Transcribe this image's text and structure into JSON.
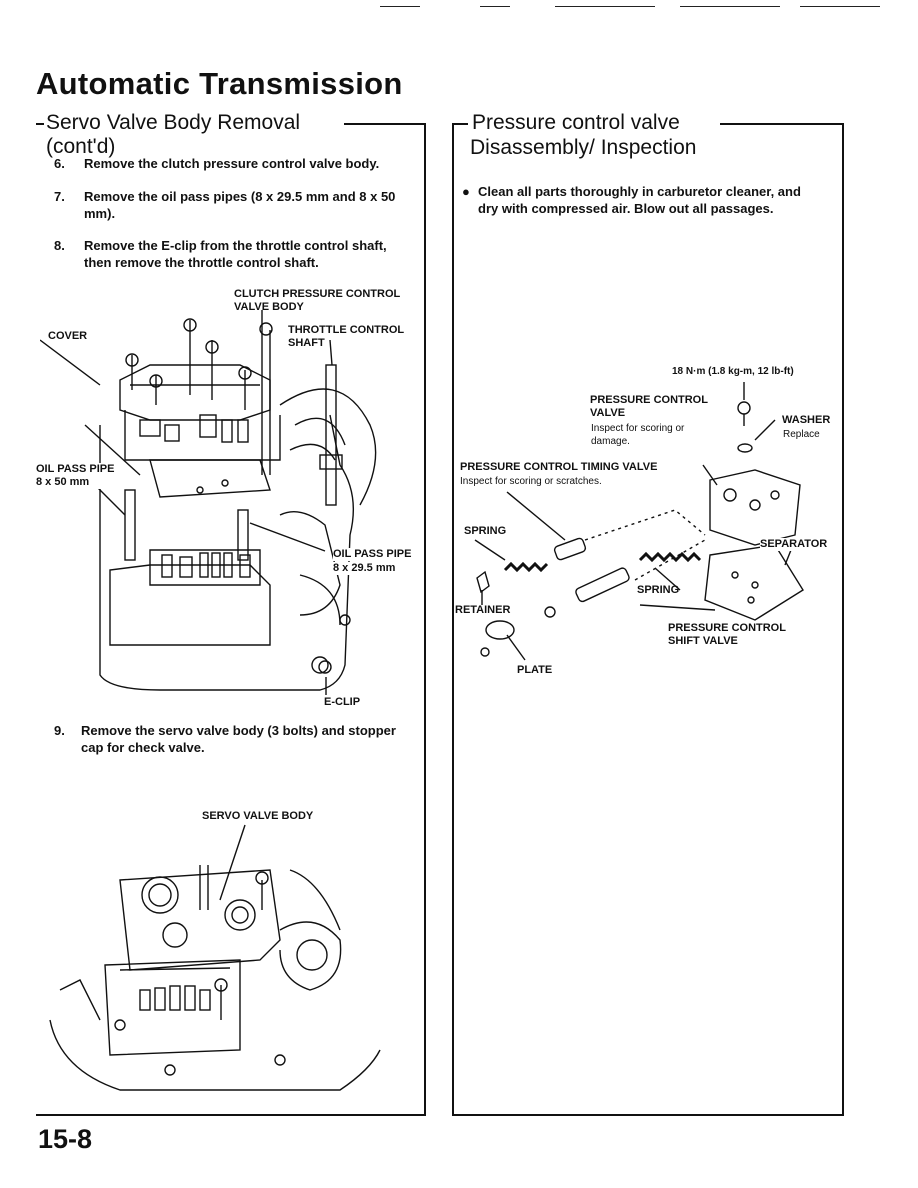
{
  "page": {
    "title": "Automatic Transmission",
    "page_number": "15-8"
  },
  "left": {
    "section_title_line1": "Servo Valve Body Removal",
    "section_title_line2": "(cont'd)",
    "steps": [
      {
        "num": "6.",
        "text": "Remove the clutch pressure control valve body."
      },
      {
        "num": "7.",
        "text_line1": "Remove the oil pass pipes (8 x 29.5 mm and 8 x 50",
        "text_line2": "mm)."
      },
      {
        "num": "8.",
        "text_line1": "Remove the E-clip from the throttle control shaft,",
        "text_line2": "then remove the throttle control shaft."
      },
      {
        "num": "9.",
        "text_line1": "Remove the servo valve body (3 bolts) and stopper",
        "text_line2": "cap for check valve."
      }
    ],
    "figure1": {
      "clutch_label": "CLUTCH PRESSURE CONTROL\nVALVE BODY",
      "cover_label": "COVER",
      "throttle_label": "THROTTLE CONTROL\nSHAFT",
      "oil_pipe_50_label": "OIL PASS PIPE\n8 x 50 mm",
      "oil_pipe_29_label": "OIL PASS PIPE",
      "oil_pipe_29_size": "8 x 29.5 mm",
      "eclip_label": "E-CLIP"
    },
    "figure2": {
      "servo_label": "SERVO VALVE BODY"
    }
  },
  "right": {
    "section_title_line1": "Pressure control valve",
    "section_title_line2": "Disassembly/ Inspection",
    "bullet_line1": "Clean all parts thoroughly in carburetor cleaner, and",
    "bullet_line2": "dry with compressed air. Blow out all passages.",
    "diagram": {
      "torque": "18 N·m (1.8 kg-m, 12 lb-ft)",
      "pcv_label": "PRESSURE CONTROL\nVALVE",
      "pcv_note": "Inspect for scoring or\ndamage.",
      "washer_label": "WASHER",
      "washer_note": "Replace",
      "timing_label": "PRESSURE CONTROL TIMING VALVE",
      "timing_note": "Inspect for scoring or scratches.",
      "spring1_label": "SPRING",
      "separator_label": "SEPARATOR",
      "spring2_label": "SPRING",
      "retainer_label": "RETAINER",
      "shift_label": "PRESSURE CONTROL\nSHIFT VALVE",
      "plate_label": "PLATE"
    }
  }
}
